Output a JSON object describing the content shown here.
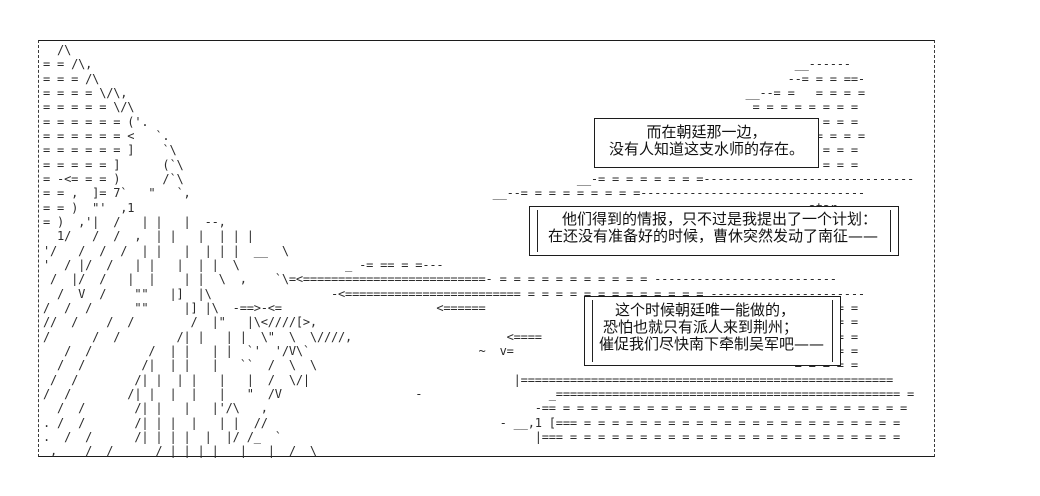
{
  "dialogue": {
    "box1": {
      "lines": [
        "而在朝廷那一边，",
        "没有人知道这支水师的存在。"
      ]
    },
    "box2": {
      "lines": [
        "他们得到的情报，只不过是我提出了一个计划：",
        "在还没有准备好的时候，曹休突然发动了南征——"
      ]
    },
    "box3": {
      "lines": [
        "这个时候朝廷唯一能做的，",
        "恐怕也就只有派人来到荆州；",
        "催促我们尽快南下牵制吴军吧——"
      ]
    }
  },
  "art": {
    "lines": [
      "  /\\",
      "= = /\\,                                                                                                    __------",
      "= = = /\\                                                                                                  --= = = ==-",
      "= = = = \\/\\,                                                                                        __--= =   = = = =",
      "= = = = = \\/\\                                                                                        = = = = = = = =",
      "= = = = = = ('.                                                                                      = = = = = = = =",
      "= = = = = = <   `.                                                                                      = = = = = = =",
      "= = = = = = ]    `\\                                                                                    = = = = = = =",
      "= = = = = ]      (`\\                                                                                   = = = = = = =",
      "= -<= = = )      /`\\                                                        __-= = = = = = = =------------------------------",
      "= = ,  ]= 7`   \"   `,                                           __--= = = = = = = = =--------------------------------",
      "= = )  \"'  ,1                                                                                                atar= =",
      "= )  ,'|  /   | |   |  --,                                                                                      = =",
      "  1/   /  /  ,  | |   |  | | |                                                                              = =",
      "'/   /  /  /  | |   |  | | |  __  \\                                                                       = =",
      "'  / |/  /   | |   |  | |  \\               _ -= == = =---",
      " /  |/  /   |  |    | |  \\  ,    `\\=<==========================- = = = = = = = = = = = --------------------------",
      "  /  V  /    \"\"   |]  |\\                 -<========================= = = = = = = = = = = = = = ----------------------",
      "/  /  /      \"\"     |] |\\  -==>-<=                      <======                                              = = = =",
      "//  /    /  /        /  |\"   |\\<////[>,                                                                      = = = =",
      "/      /  /        /| |   | |  \\\"  \\  \\////,                      <====                                      = = = =",
      "   /  /        /  | |   | |  `'  '/V\\`                        ~  v=                                          = = = =",
      "  /  /        /|  | |   |   ``  /  \\  \\                                                                    = = = = =",
      " /  /        /| |  | |   |   |  /  \\/|                             |=====================================================",
      "/  /        /| |  |  |   |   \"  /V                   -                  _================================================= =",
      "  /  /       /| |   |   |'/\\   ,                                      -== = = = = = = = = = = = = = = = = = = = = = = = = = ",
      ". /  /       /| | |  |   | |  //                                 - __,1 [=== = = = = = = = = = = = = = = = = = = = = = = =",
      ".  /  /      /| | | |  |  |/ /_  `                                    |=== = = = = = = = = = = = = = = = = = = = = = = = = ",
      " ,    /  /      / | | | |   |   |  /  \\"
    ]
  },
  "colors": {
    "ink": "#1c1c1c",
    "paper": "#ffffff"
  }
}
